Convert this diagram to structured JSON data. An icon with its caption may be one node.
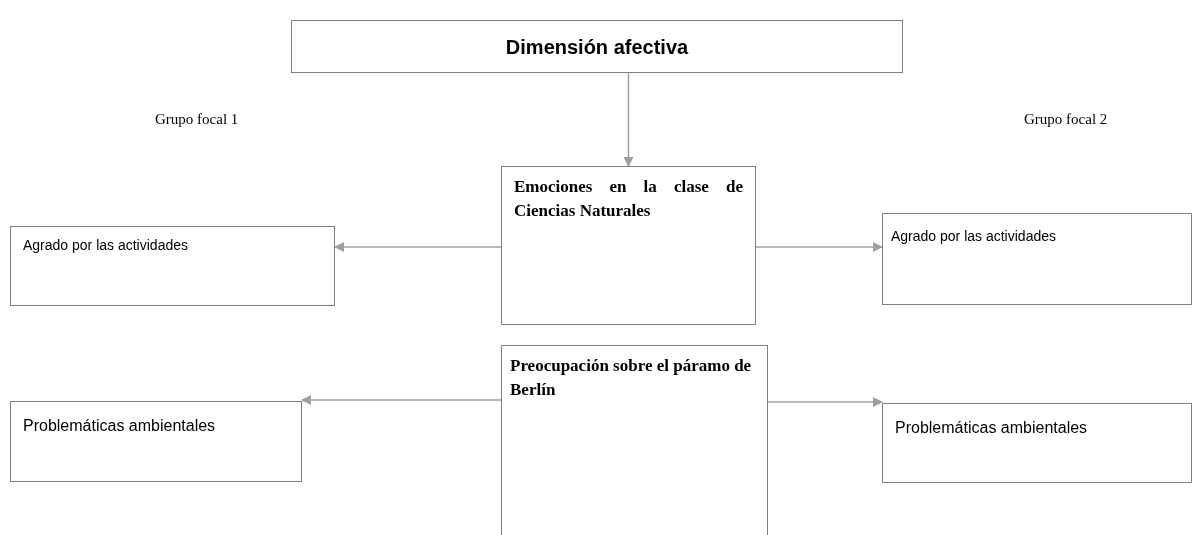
{
  "diagram": {
    "nodes": [
      {
        "text": [
          "Dimensión afectiva"
        ]
      },
      {
        "text": [
          "Emociones en la clase de Ciencias Naturales"
        ]
      },
      {
        "text": [
          "Agrado por las  actividades"
        ]
      },
      {
        "text": [
          "Agrado por las  actividades"
        ]
      },
      {
        "text": [
          "Preocupación sobre el páramo de Berlín"
        ]
      },
      {
        "text": [
          "Problemáticas ambientales"
        ]
      },
      {
        "text": [
          "Problemáticas ambientales"
        ]
      }
    ],
    "edges": [
      {
        "from": 0,
        "to": 1,
        "arrow": "to"
      },
      {
        "from": 1,
        "to": 2,
        "arrow": "to"
      },
      {
        "from": 1,
        "to": 3,
        "arrow": "to"
      },
      {
        "from": 4,
        "to": 5,
        "arrow": "to"
      },
      {
        "from": 4,
        "to": 6,
        "arrow": "to"
      }
    ],
    "labels": [
      "Grupo focal 1",
      "Grupo focal 2"
    ]
  }
}
